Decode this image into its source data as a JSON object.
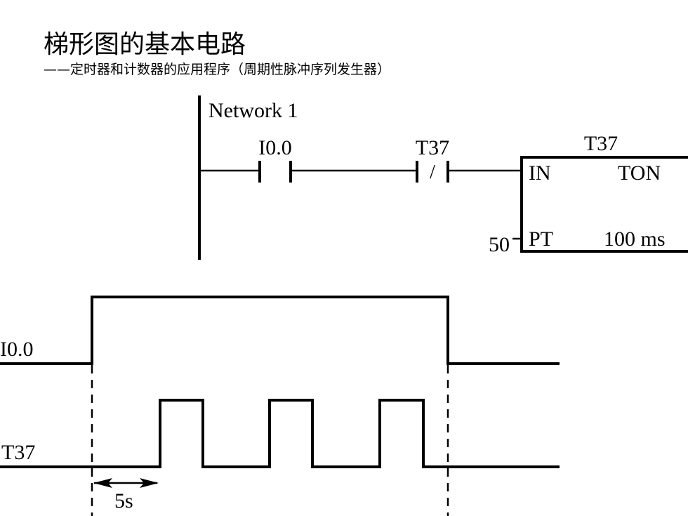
{
  "header": {
    "title": "梯形图的基本电路",
    "subtitle": "——定时器和计数器的应用程序（周期性脉冲序列发生器）"
  },
  "ladder": {
    "network_label": "Network 1",
    "contact_1_label": "I0.0",
    "contact_2_label": "T37",
    "contact_2_symbol": "/",
    "timer_name": "T37",
    "timer_in": "IN",
    "timer_type": "TON",
    "timer_pt_pin": "PT",
    "timer_pt_value": "50",
    "timer_base": "100 ms"
  },
  "timing": {
    "signal_1_label": "I0.0",
    "signal_2_label": "T37",
    "period_label": "5s"
  },
  "colors": {
    "line": "#000000",
    "background": "#ffffff"
  }
}
